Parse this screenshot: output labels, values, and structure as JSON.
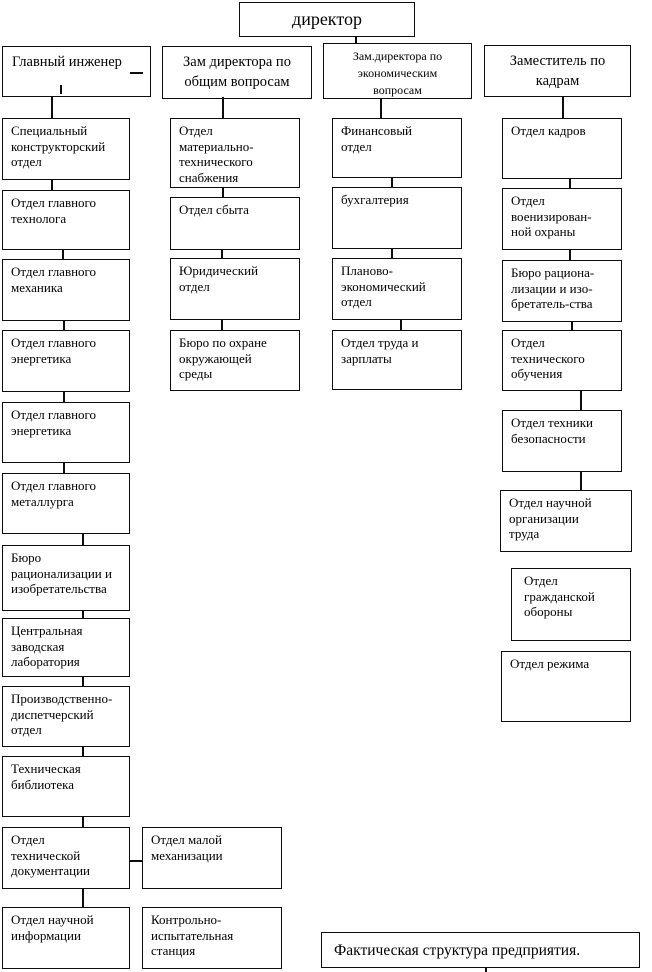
{
  "org": {
    "director": "директор",
    "heads": [
      "Главный инженер",
      "Зам директора по\nобщим вопросам",
      "Зам.директора по\nэкономическим\nвопросам",
      "Заместитель по\nкадрам"
    ],
    "col1": [
      "Специальный\nконструкторский\nотдел",
      "Отдел главного\nтехнолога",
      "Отдел главного\nмеханика",
      "Отдел главного\nэнергетика",
      "Отдел главного\nэнергетика",
      "Отдел главного\nметаллурга",
      "Бюро\nрационализации и\nизобретательства",
      "Центральная\nзаводская\nлаборатория",
      "Производственно-\nдиспетчерский\nотдел",
      "Техническая\nбиблиотека",
      "Отдел\nтехнической\nдокументации",
      "Отдел научной\nинформации"
    ],
    "col1_side": [
      "Отдел малой\nмеханизации",
      "Контрольно-\nиспытательная\nстанция"
    ],
    "col2": [
      "Отдел\nматериально-\nтехнического\nснабжения",
      "Отдел сбыта",
      "Юридический\nотдел",
      "Бюро по охране\nокружающей\nсреды"
    ],
    "col3": [
      "Финансовый\nотдел",
      "бухгалтерия",
      "Планово-\nэкономический\nотдел",
      "Отдел труда и\nзарплаты"
    ],
    "col4": [
      "Отдел кадров",
      "Отдел\nвоенизирован-\nной охраны",
      "Бюро рациона-\nлизации и изо-\nбретатель-ства",
      "Отдел\nтехнического\nобучения",
      "Отдел техники\nбезопасности",
      "Отдел научной\nорганизации\nтруда",
      "Отдел\nгражданской\nобороны",
      "Отдел режима"
    ],
    "caption": "Фактическая структура предприятия."
  }
}
